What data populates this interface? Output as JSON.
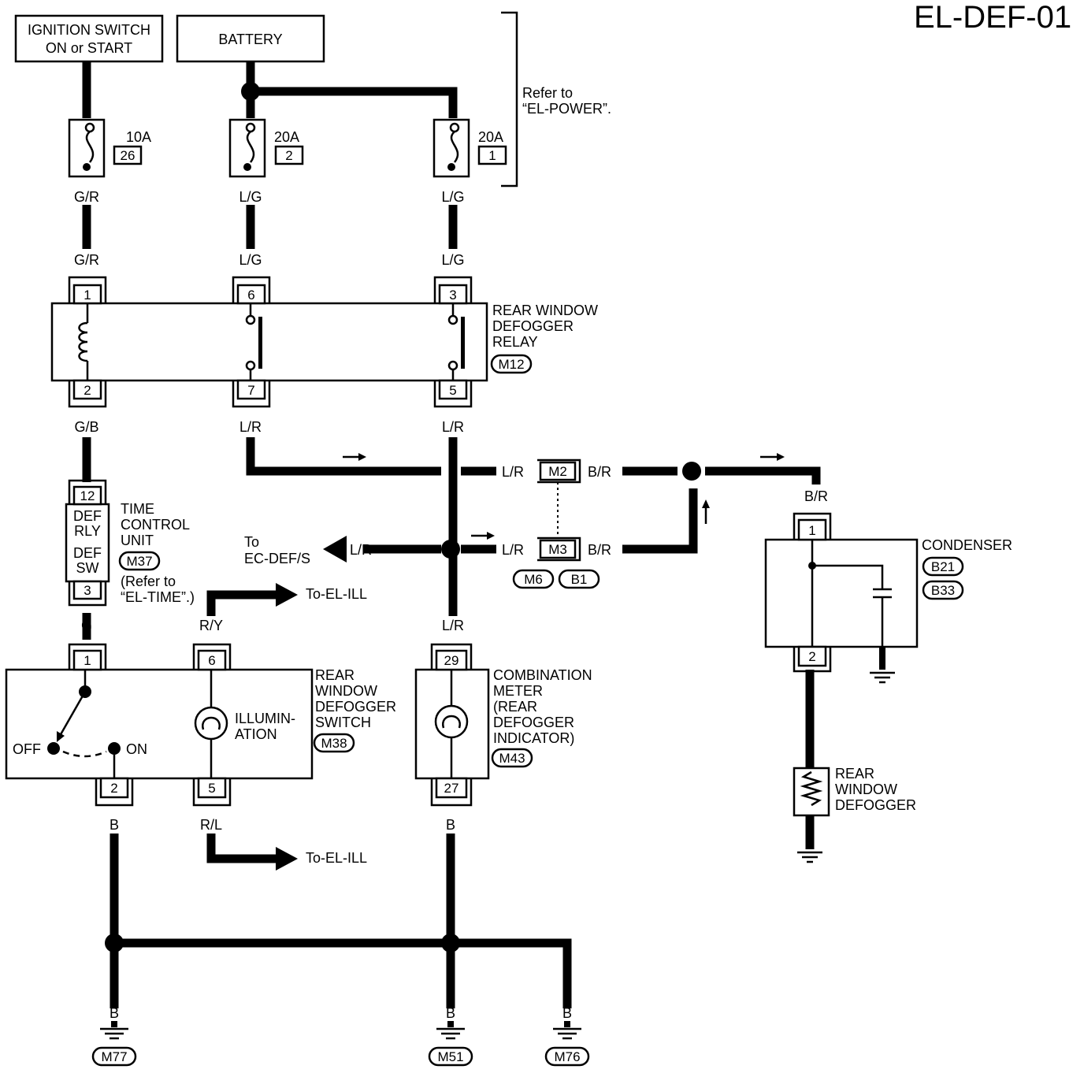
{
  "page": {
    "title": "EL-DEF-01"
  },
  "sources": {
    "ignition": [
      "IGNITION SWITCH",
      "ON or START"
    ],
    "battery": "BATTERY"
  },
  "fuses": [
    {
      "rating": "10A",
      "number": "26"
    },
    {
      "rating": "20A",
      "number": "2"
    },
    {
      "rating": "20A",
      "number": "1"
    }
  ],
  "refer_power": [
    "Refer to",
    "“EL-POWER”."
  ],
  "wire_colors": {
    "gr": "G/R",
    "lg": "L/G",
    "gb": "G/B",
    "lr": "L/R",
    "br": "B/R",
    "g": "G",
    "ry": "R/Y",
    "rl": "R/L",
    "b": "B"
  },
  "relay": {
    "label": [
      "REAR WINDOW",
      "DEFOGGER",
      "RELAY"
    ],
    "connector": "M12",
    "pins_top": [
      "1",
      "6",
      "3"
    ],
    "pins_bottom": [
      "2",
      "7",
      "5"
    ]
  },
  "time_control": {
    "label": [
      "TIME",
      "CONTROL",
      "UNIT"
    ],
    "connector": "M37",
    "inner": [
      "DEF",
      "RLY",
      "DEF",
      "SW"
    ],
    "pins": [
      "12",
      "3"
    ],
    "refer": [
      "(Refer to",
      "“EL-TIME”.)"
    ]
  },
  "joint_connectors": {
    "m2": "M2",
    "m3": "M3",
    "m6": "M6",
    "b1": "B1"
  },
  "to_ec": [
    "To",
    "EC-DEF/S"
  ],
  "to_el_ill": "To-EL-ILL",
  "switch": {
    "label": [
      "REAR",
      "WINDOW",
      "DEFOGGER",
      "SWITCH"
    ],
    "connector": "M38",
    "off": "OFF",
    "on": "ON",
    "illum": [
      "ILLUMIN-",
      "ATION"
    ],
    "pins_top": [
      "1",
      "6"
    ],
    "pins_bottom": [
      "2",
      "5"
    ]
  },
  "meter": {
    "label": [
      "COMBINATION",
      "METER",
      "(REAR",
      "DEFOGGER",
      "INDICATOR)"
    ],
    "connector": "M43",
    "pins": [
      "29",
      "27"
    ]
  },
  "condenser": {
    "label": "CONDENSER",
    "connectors": [
      "B21",
      "B33"
    ],
    "pins": [
      "1",
      "2"
    ]
  },
  "defogger": {
    "label": [
      "REAR",
      "WINDOW",
      "DEFOGGER"
    ]
  },
  "grounds": [
    "M77",
    "M51",
    "M76"
  ]
}
